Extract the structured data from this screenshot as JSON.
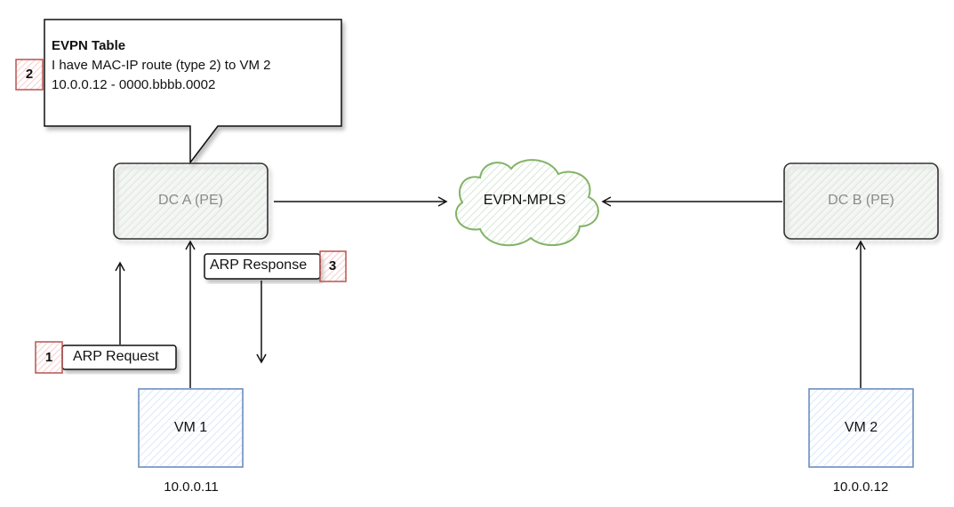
{
  "callout": {
    "title": "EVPN Table",
    "line1": "I have MAC-IP route (type 2) to VM 2",
    "line2": "10.0.0.12 - 0000.bbbb.0002"
  },
  "nodes": {
    "dc_a": "DC A (PE)",
    "dc_b": "DC B (PE)",
    "cloud": "EVPN-MPLS",
    "vm1": "VM 1",
    "vm2": "VM 2"
  },
  "ips": {
    "vm1": "10.0.0.11",
    "vm2": "10.0.0.12"
  },
  "steps": {
    "arp_request": "ARP Request",
    "arp_response": "ARP Response",
    "badge1": "1",
    "badge2": "2",
    "badge3": "3"
  },
  "colors": {
    "pe_stroke": "#333333",
    "vm_stroke": "#6c8ebf",
    "cloud_stroke": "#82b366",
    "badge_stroke": "#b85450",
    "hatch_green": "#d5e8d4",
    "hatch_blue": "#dae8fc",
    "hatch_red": "#f8cecc"
  }
}
